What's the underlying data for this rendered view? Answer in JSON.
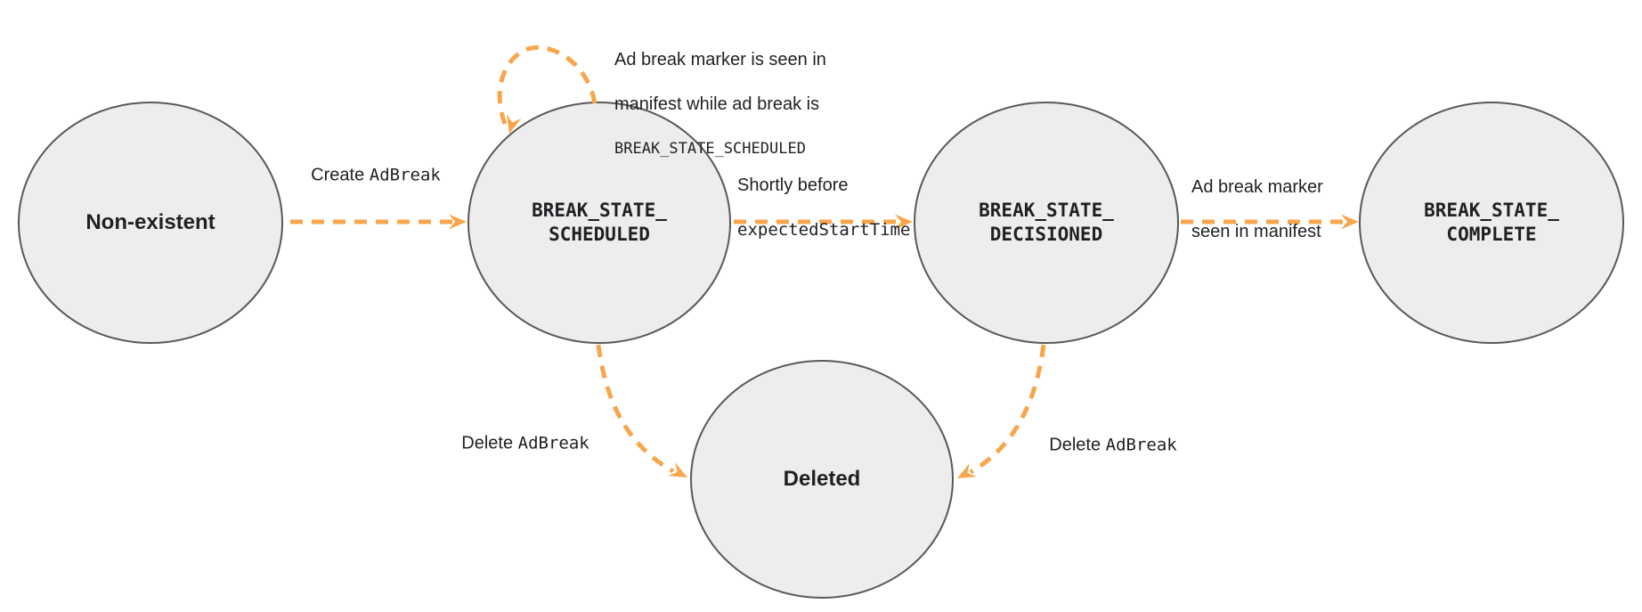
{
  "colors": {
    "arrow": "#F8A64C",
    "node_fill": "#EDEDED",
    "node_stroke": "#595959",
    "text": "#1f2023"
  },
  "states": {
    "non_existent": {
      "label": "Non-existent"
    },
    "scheduled": {
      "label": "BREAK_STATE_\nSCHEDULED"
    },
    "decisioned": {
      "label": "BREAK_STATE_\nDECISIONED"
    },
    "complete": {
      "label": "BREAK_STATE_\nCOMPLETE"
    },
    "deleted": {
      "label": "Deleted"
    }
  },
  "transitions": {
    "create": {
      "text": "Create ",
      "code": "AdBreak"
    },
    "self_loop": {
      "line1": "Ad break marker is seen in",
      "line2": "manifest while ad break is",
      "code": "BREAK_STATE_SCHEDULED"
    },
    "shortly": {
      "text": "Shortly before",
      "code": "expectedStartTime"
    },
    "marker_seen": {
      "line1": "Ad break marker",
      "line2": "seen in manifest"
    },
    "delete_left": {
      "text": "Delete ",
      "code": "AdBreak"
    },
    "delete_right": {
      "text": "Delete ",
      "code": "AdBreak"
    }
  }
}
